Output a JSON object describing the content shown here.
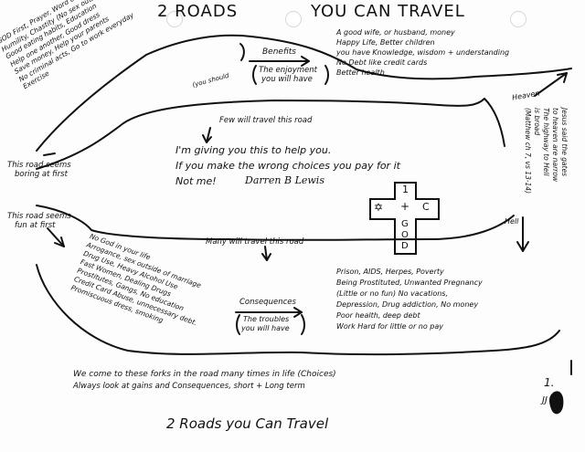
{
  "title": {
    "left": "2 ROADS",
    "right": "YOU CAN TRAVEL"
  },
  "upper_road": {
    "rules": [
      "GOD First, Prayer, Word of God",
      "Humility, Chastity (No sex outside of Marriage)",
      "Good eating habits, Education",
      "Help one another, Good dress",
      "Save money, Help your parents",
      "No criminal acts, Go to work everyday",
      "Exercise",
      "(you should"
    ],
    "benefits_label": "Benefits",
    "benefits_box": [
      "The enjoyment",
      "you will have"
    ],
    "benefits": [
      "A good wife, or husband, money",
      "Happy Life, Better children",
      "you have Knowledge, wisdom + understanding",
      "No Debt like credit cards",
      "Better health"
    ],
    "few_travel": "Few will travel this road",
    "heaven": "Heaven"
  },
  "left_notes": {
    "boring": [
      "This road seems",
      "boring at first"
    ],
    "fun": [
      "This road seems",
      "fun at first"
    ]
  },
  "message": {
    "line1": "I'm giving you this to help you.",
    "line2": "If you make the wrong choices you pay for it",
    "line3": "Not me!",
    "signature": "Darren B Lewis"
  },
  "cross": {
    "top": "1",
    "star": "✡",
    "plus": "+",
    "c": "C",
    "g": "G",
    "o": "O",
    "d": "D"
  },
  "jesus_quote": [
    "Jesus said the gates",
    "to heaven are narrow",
    "The highway to Hell",
    "is broad",
    "(Matthew ch 7, vs 13-14)"
  ],
  "lower_road": {
    "many_travel": "Many will travel this road",
    "rules": [
      "No God in your life",
      "Arrogance, sex outside of marriage",
      "Drug Use, Heavy Alcohol Use",
      "Fast Women, Dealing Drugs",
      "Prostitutes, Gangs, No education",
      "Credit Card Abuse, unnecessary debt.",
      "Promiscuous dress, smoking"
    ],
    "consequences_label": "Consequences",
    "consequences_box": [
      "The troubles",
      "you will have"
    ],
    "consequences": [
      "Prison, AIDS, Herpes, Poverty",
      "Being Prostituted, Unwanted Pregnancy",
      "(Little or no fun) No vacations,",
      "Depression, Drug addiction, No money",
      "Poor health, deep debt",
      "Work Hard for little or no pay"
    ],
    "hell": "Hell"
  },
  "footer": {
    "line1": "We come to these forks in the road many times in life (Choices)",
    "line2": "Always look at gains and Consequences, short + Long term",
    "title": "2 Roads you Can Travel",
    "page_mark_1": "1.",
    "page_mark_2": "JJ"
  }
}
